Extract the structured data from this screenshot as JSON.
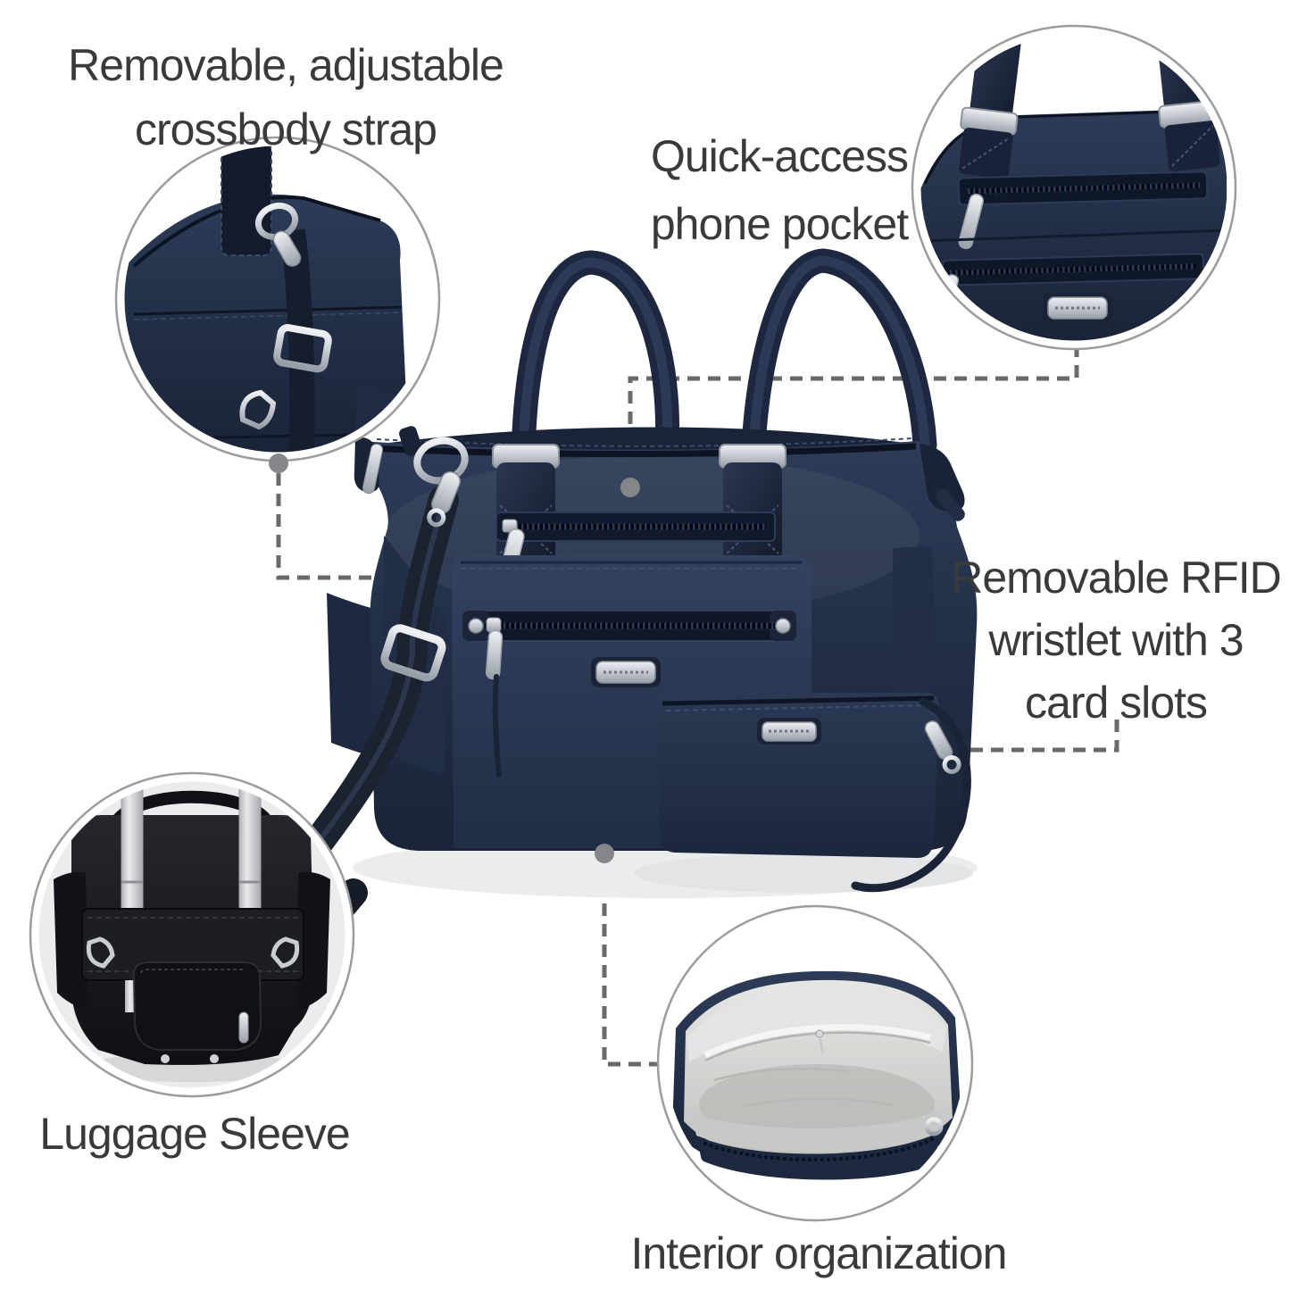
{
  "image_type": "product-feature-callout-graphic",
  "product": "navy tote bag with wristlet",
  "labels": {
    "crossbody": {
      "lines": [
        "Removable, adjustable",
        "crossbody strap"
      ]
    },
    "phone": {
      "lines": [
        "Quick-access",
        "phone pocket"
      ]
    },
    "rfid": {
      "lines": [
        "Removable RFID",
        "wristlet with 3",
        "card slots"
      ]
    },
    "luggage": {
      "lines": [
        "Luggage Sleeve"
      ]
    },
    "interior": {
      "lines": [
        "Interior organization"
      ]
    }
  },
  "colors": {
    "background": "#ffffff",
    "label_text": "#383a3c",
    "connector_line": "#6a6a6a",
    "connector_dot": "#848689",
    "inset_ring": "#9c9c9c",
    "bag_navy": "#243048",
    "bag_navy_dark": "#161d2c",
    "hardware_silver": "#c8ccd2",
    "webbing_strap": "#1b2230",
    "interior_lining_gray": "#cfd0cd",
    "luggage_bag_black": "#17181d",
    "luggage_inset_background": "#ececed"
  }
}
